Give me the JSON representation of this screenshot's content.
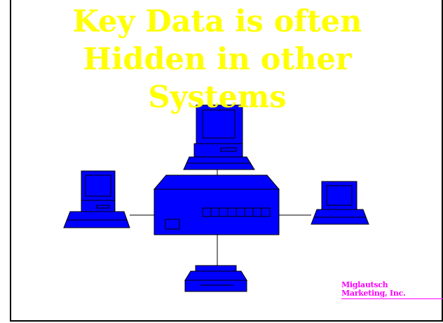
{
  "slide": {
    "title_lines": [
      "Key Data is often",
      "Hidden in other",
      "Systems"
    ],
    "company_lines": [
      "Miglautsch",
      "Marketing, Inc."
    ]
  },
  "colors": {
    "background": "#ffffff",
    "title": "#ffff00",
    "equipment": "#0000ff",
    "outline": "#000000",
    "company": "#ff00ff"
  },
  "icons": [
    "desktop-computer-icon",
    "network-hub-icon",
    "printer-icon"
  ]
}
